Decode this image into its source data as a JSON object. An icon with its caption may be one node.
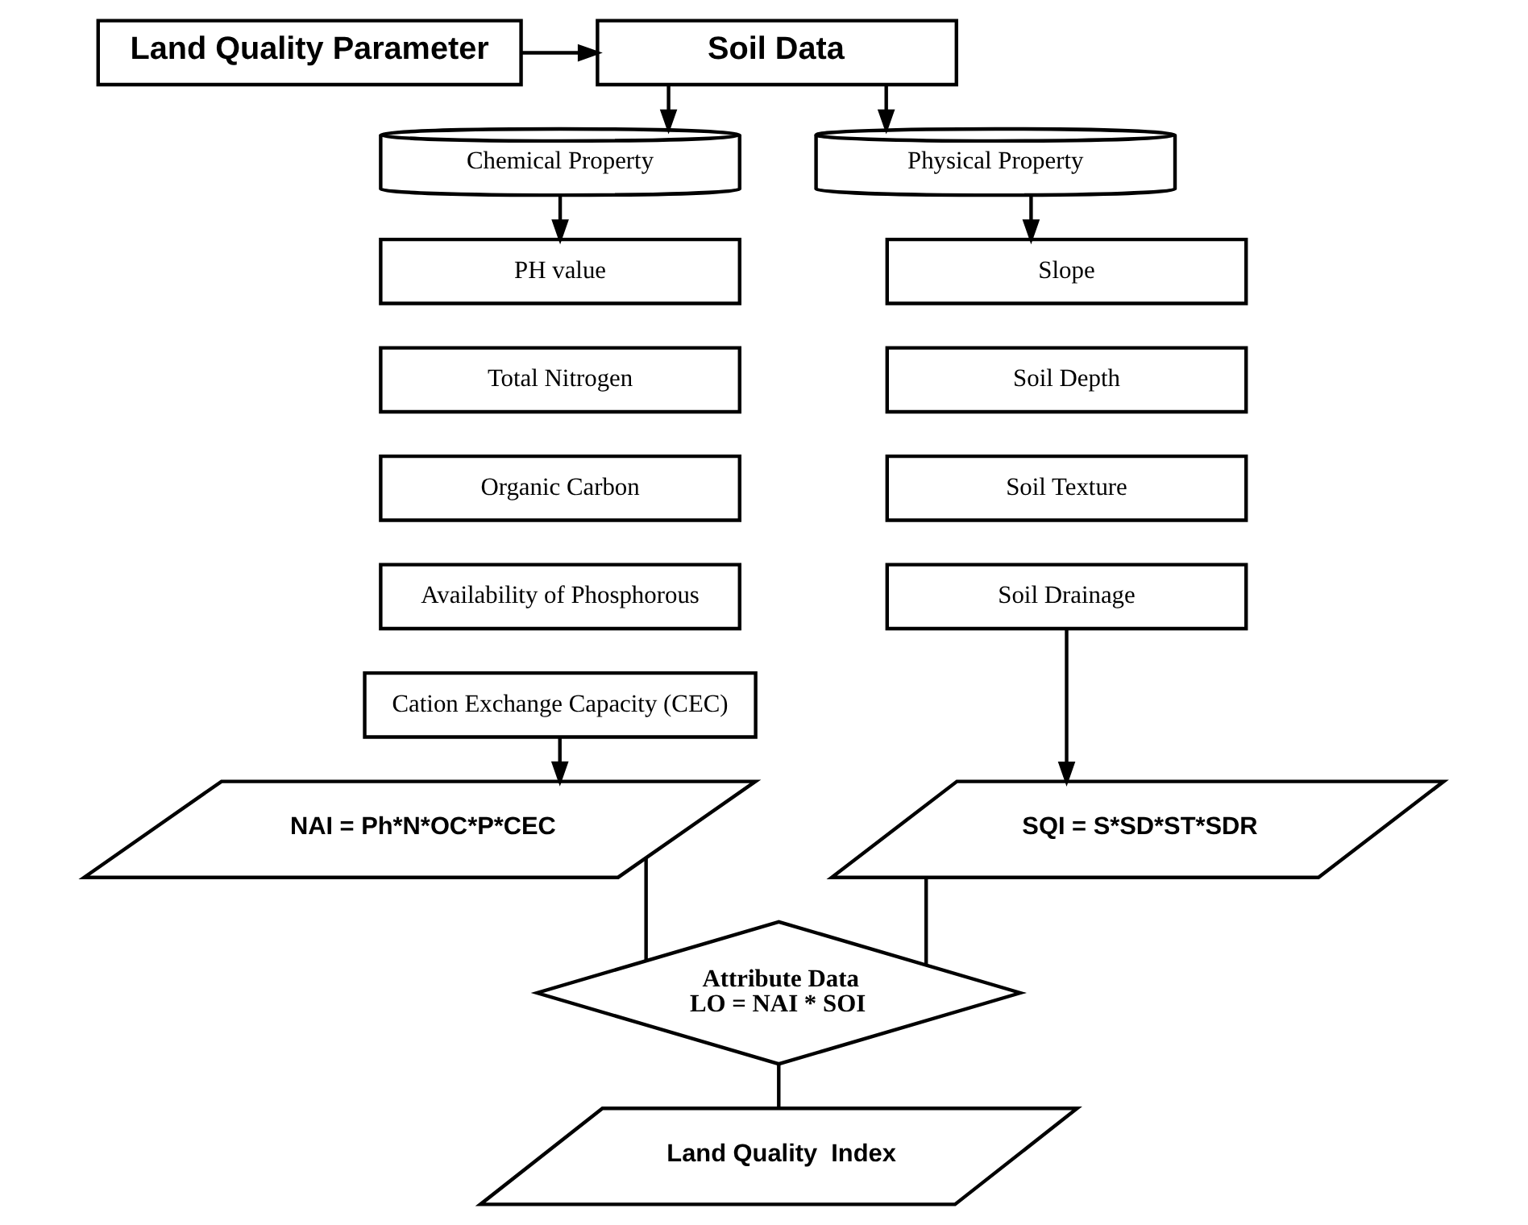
{
  "diagram": {
    "nodes": [
      {
        "text": [
          "Land Quality Parameter"
        ]
      },
      {
        "text": [
          "Soil Data"
        ]
      },
      {
        "text": [
          "Chemical Property"
        ]
      },
      {
        "text": [
          "Physical Property"
        ]
      },
      {
        "text": [
          "PH value"
        ]
      },
      {
        "text": [
          "Total Nitrogen"
        ]
      },
      {
        "text": [
          "Organic Carbon"
        ]
      },
      {
        "text": [
          "Availability of Phosphorous"
        ]
      },
      {
        "text": [
          "Cation Exchange Capacity (CEC)"
        ]
      },
      {
        "text": [
          "Slope"
        ]
      },
      {
        "text": [
          "Soil Depth"
        ]
      },
      {
        "text": [
          "Soil Texture"
        ]
      },
      {
        "text": [
          "Soil Drainage"
        ]
      },
      {
        "text": [
          "NAI = Ph*N*OC*P*CEC"
        ]
      },
      {
        "text": [
          "SQI = S*SD*ST*SDR"
        ]
      },
      {
        "text": [
          "Attribute Data",
          "LO = NAI * SOI"
        ]
      },
      {
        "text": [
          "Land Quality  Index"
        ]
      }
    ],
    "edges": [
      {
        "from": 0,
        "to": 1,
        "arrow": "to"
      },
      {
        "from": 1,
        "to": 2,
        "arrow": "to"
      },
      {
        "from": 1,
        "to": 3,
        "arrow": "to"
      },
      {
        "from": 2,
        "to": 4,
        "arrow": "to"
      },
      {
        "from": 3,
        "to": 9,
        "arrow": "to"
      },
      {
        "from": 8,
        "to": 13,
        "arrow": "to"
      },
      {
        "from": 12,
        "to": 14,
        "arrow": "to"
      },
      {
        "from": 13,
        "to": 15,
        "arrow": "none"
      },
      {
        "from": 14,
        "to": 15,
        "arrow": "none"
      },
      {
        "from": 15,
        "to": 16,
        "arrow": "none"
      }
    ]
  }
}
